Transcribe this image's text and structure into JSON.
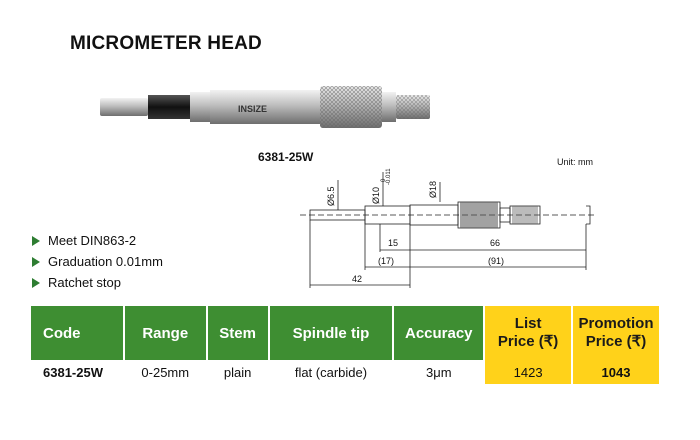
{
  "title": "MICROMETER HEAD",
  "model": "6381-25W",
  "unit_label": "Unit: mm",
  "brand": "INSIZE",
  "drawing": {
    "dim_stem": "Ø6.5",
    "dim_spindle": "Ø10",
    "dim_spindle_tol_upper": "0",
    "dim_spindle_tol_lower": "-0.011",
    "dim_thimble": "Ø18",
    "dim_15": "15",
    "dim_66": "66",
    "dim_17": "(17)",
    "dim_91": "(91)",
    "dim_42": "42"
  },
  "features": [
    "Meet DIN863-2",
    "Graduation 0.01mm",
    "Ratchet stop"
  ],
  "table": {
    "headers": {
      "code": "Code",
      "range": "Range",
      "stem": "Stem",
      "spindle_tip": "Spindle tip",
      "accuracy": "Accuracy",
      "list_price_1": "List",
      "list_price_2": "Price (₹)",
      "promo_price_1": "Promotion",
      "promo_price_2": "Price (₹)"
    },
    "rows": [
      {
        "code": "6381-25W",
        "range": "0-25mm",
        "stem": "plain",
        "spindle_tip": "flat (carbide)",
        "accuracy": "3μm",
        "list_price": "1423",
        "promo_price": "1043"
      }
    ]
  },
  "colors": {
    "header_green": "#3e8e32",
    "price_yellow": "#ffd21a",
    "bullet_green": "#2e7d32"
  }
}
